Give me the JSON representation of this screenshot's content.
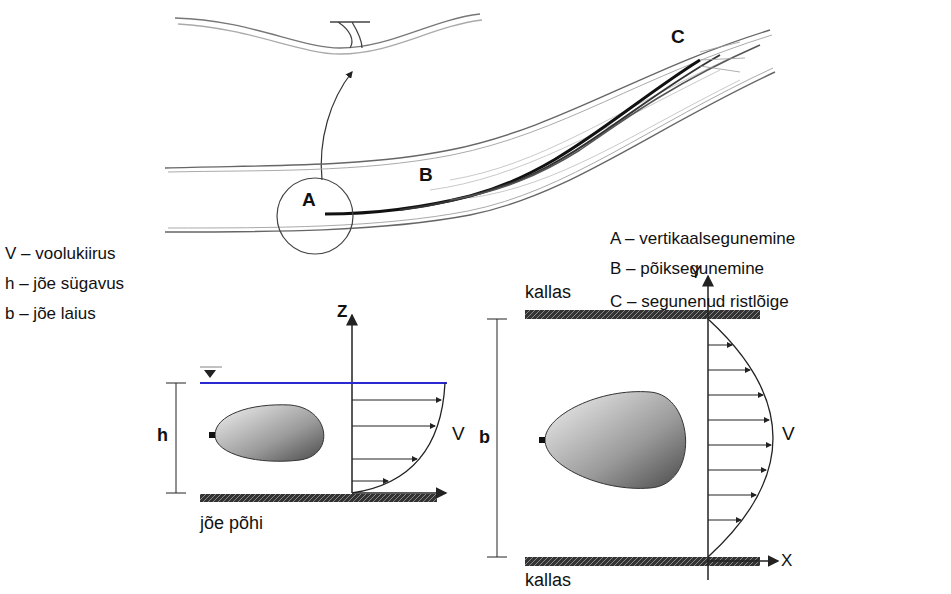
{
  "diagram": {
    "labels": [
      "A",
      "B",
      "C",
      "A – vertikaalsegunemine",
      "B – põiksegunemine",
      "C – segunenud ristlõige",
      "V – voolukiirus",
      "h – jõe sügavus",
      "b – jõe laius",
      "Z",
      "h",
      "V",
      "jõe põhi",
      "kallas",
      "Y",
      "b",
      "V",
      "X",
      "kallas"
    ]
  }
}
